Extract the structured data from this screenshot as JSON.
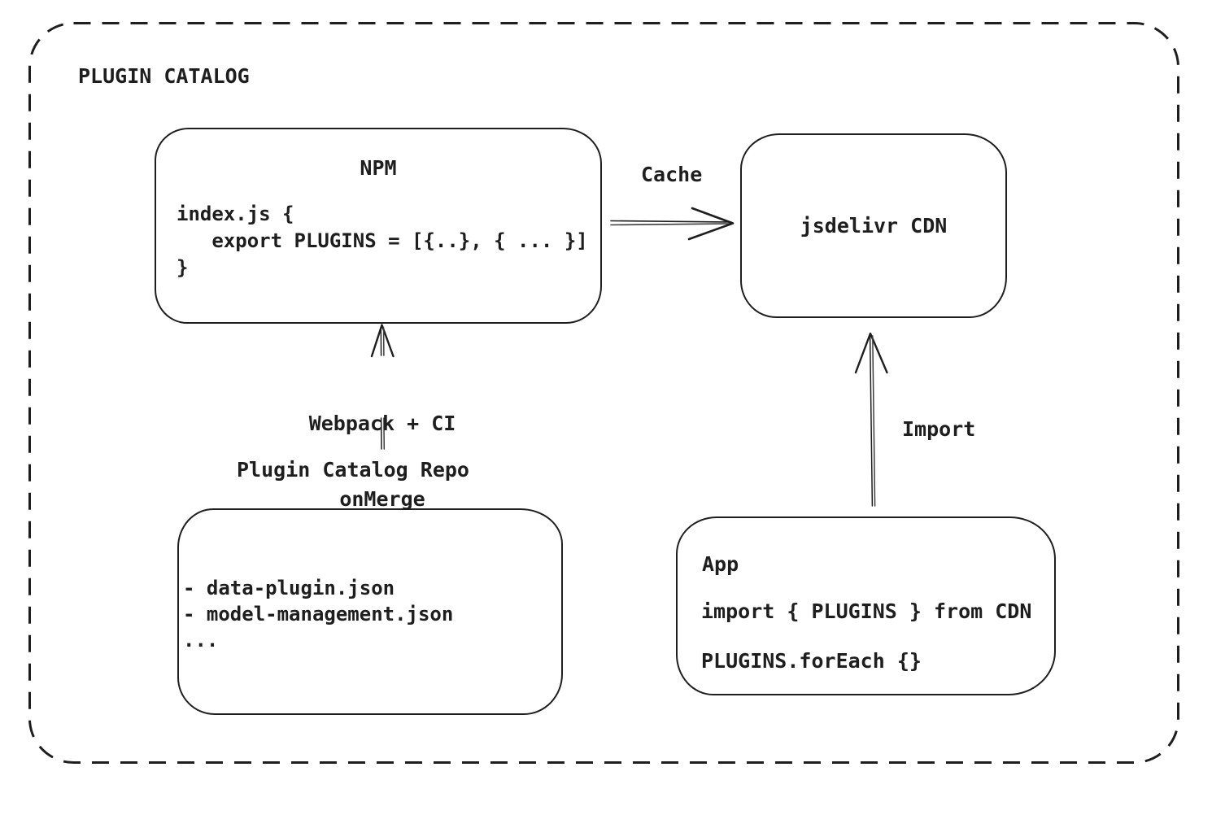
{
  "frame": {
    "title": "PLUGIN CATALOG"
  },
  "colors": {
    "stroke": "#1e1e1e",
    "background": "#ffffff"
  },
  "nodes": {
    "npm": {
      "title": "NPM",
      "code": "index.js {\n   export PLUGINS = [{..}, { ... }]\n}"
    },
    "cdn": {
      "title": "jsdelivr CDN"
    },
    "repo": {
      "title": "Plugin Catalog Repo",
      "items": [
        "- data-plugin.json",
        "- model-management.json",
        "..."
      ]
    },
    "app": {
      "title": "App",
      "lines": [
        "import { PLUGINS } from CDN",
        "PLUGINS.forEach {}"
      ]
    }
  },
  "arrows": {
    "cache": {
      "label": "Cache",
      "from": "NPM",
      "to": "jsdelivr CDN"
    },
    "build": {
      "label_line1": "Webpack + CI",
      "label_line2": "onMerge",
      "from": "Plugin Catalog Repo",
      "to": "NPM"
    },
    "import": {
      "label": "Import",
      "from": "App",
      "to": "jsdelivr CDN"
    }
  }
}
